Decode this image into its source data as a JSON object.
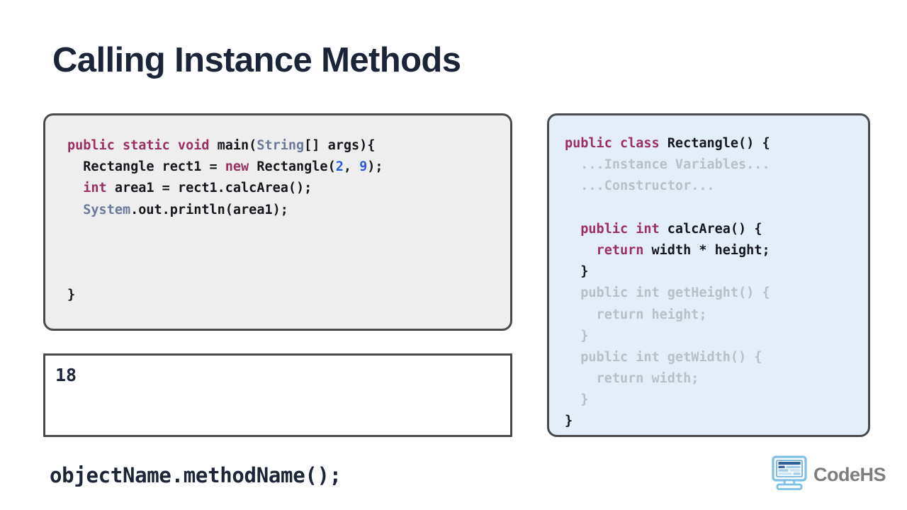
{
  "slide": {
    "title": "Calling Instance Methods",
    "caption": "objectName.methodName();"
  },
  "main_code_panel": {
    "name": "main-method-code",
    "background": "#efeeee",
    "border_color": "#4a4a4d",
    "lines": [
      [
        {
          "t": "public static void ",
          "c": "kw"
        },
        {
          "t": "main(",
          "c": "pln"
        },
        {
          "t": "String",
          "c": "cls"
        },
        {
          "t": "[] args){",
          "c": "pln"
        }
      ],
      [
        {
          "t": "  Rectangle rect1 = ",
          "c": "pln"
        },
        {
          "t": "new",
          "c": "kw"
        },
        {
          "t": " Rectangle(",
          "c": "pln"
        },
        {
          "t": "2",
          "c": "num"
        },
        {
          "t": ", ",
          "c": "pln"
        },
        {
          "t": "9",
          "c": "num"
        },
        {
          "t": ");",
          "c": "pln"
        }
      ],
      [
        {
          "t": "  int",
          "c": "kw"
        },
        {
          "t": " area1 = rect1.calcArea();",
          "c": "pln"
        }
      ],
      [
        {
          "t": "  System",
          "c": "cls"
        },
        {
          "t": ".out.println(area1);",
          "c": "pln"
        }
      ],
      [],
      [],
      [],
      [
        {
          "t": "}",
          "c": "pln"
        }
      ]
    ]
  },
  "class_code_panel": {
    "name": "rectangle-class-code",
    "background": "#e4eef8",
    "border_color": "#4a4a4d",
    "lines": [
      [
        {
          "t": "public class ",
          "c": "kw"
        },
        {
          "t": "Rectangle() {",
          "c": "pln"
        }
      ],
      [
        {
          "t": "  ...Instance Variables...",
          "c": "dim"
        }
      ],
      [
        {
          "t": "  ...Constructor...",
          "c": "dim"
        }
      ],
      [],
      [
        {
          "t": "  public int ",
          "c": "kw"
        },
        {
          "t": "calcArea() {",
          "c": "pln"
        }
      ],
      [
        {
          "t": "    return",
          "c": "kw"
        },
        {
          "t": " width * height;",
          "c": "pln"
        }
      ],
      [
        {
          "t": "  }",
          "c": "pln"
        }
      ],
      [
        {
          "t": "  public int getHeight() {",
          "c": "dim"
        }
      ],
      [
        {
          "t": "    return height;",
          "c": "dim"
        }
      ],
      [
        {
          "t": "  }",
          "c": "dim"
        }
      ],
      [
        {
          "t": "  public int getWidth() {",
          "c": "dim"
        }
      ],
      [
        {
          "t": "    return width;",
          "c": "dim"
        }
      ],
      [
        {
          "t": "  }",
          "c": "dim"
        }
      ],
      [
        {
          "t": "}",
          "c": "pln"
        }
      ]
    ]
  },
  "output_console": {
    "label": "program-output",
    "value": "18"
  },
  "logo": {
    "text": "CodeHS",
    "icon": "monitor-icon",
    "icon_color": "#7cc0e8",
    "text_color": "#7d7d7d"
  },
  "colors": {
    "title": "#1b2537",
    "keyword": "#9b2f62",
    "class_ref": "#6b7a99",
    "number": "#2b5ce0",
    "plain": "#14161c",
    "dimmed": "#b9bfc6"
  }
}
